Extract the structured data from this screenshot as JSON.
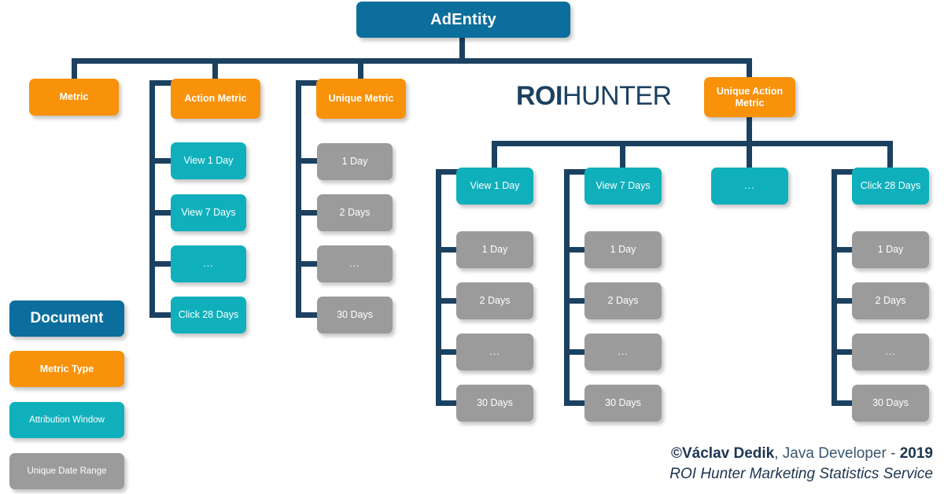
{
  "colors": {
    "document": "#0c6e9c",
    "metric_type": "#f8920b",
    "attribution_window": "#0fb0bc",
    "unique_date_range": "#9b9b9b",
    "connector": "#1c4160",
    "background": "#ffffff",
    "text": "#ffffff",
    "footer_text": "#1c3550"
  },
  "root": {
    "label": "AdEntity"
  },
  "level1": [
    {
      "label": "Metric"
    },
    {
      "label": "Action Metric"
    },
    {
      "label": "Unique Metric"
    },
    {
      "label": "Unique Action Metric"
    }
  ],
  "action_metric_children": [
    {
      "label": "View 1 Day"
    },
    {
      "label": "View 7 Days"
    },
    {
      "label": "..."
    },
    {
      "label": "Click 28 Days"
    }
  ],
  "unique_metric_children": [
    {
      "label": "1 Day"
    },
    {
      "label": "2 Days"
    },
    {
      "label": "..."
    },
    {
      "label": "30 Days"
    }
  ],
  "unique_action_children": [
    {
      "label": "View 1 Day"
    },
    {
      "label": "View 7 Days"
    },
    {
      "label": "..."
    },
    {
      "label": "Click 28 Days"
    }
  ],
  "unique_action_ranges": {
    "view_1_day": [
      "1 Day",
      "2 Days",
      "...",
      "30 Days"
    ],
    "view_7_days": [
      "1 Day",
      "2 Days",
      "...",
      "30 Days"
    ],
    "click_28_days": [
      "1 Day",
      "2 Days",
      "...",
      "30 Days"
    ]
  },
  "legend": [
    {
      "label": "Document",
      "kind": "document"
    },
    {
      "label": "Metric Type",
      "kind": "metric_type"
    },
    {
      "label": "Attribution Window",
      "kind": "attribution_window"
    },
    {
      "label": "Unique Date Range",
      "kind": "unique_date_range"
    }
  ],
  "brand": {
    "part1": "ROI",
    "part2": "HUNTER"
  },
  "footer": {
    "author": "©Václav Dedik",
    "role": ", Java Developer - ",
    "year": "2019",
    "subtitle": "ROI Hunter Marketing Statistics Service"
  }
}
